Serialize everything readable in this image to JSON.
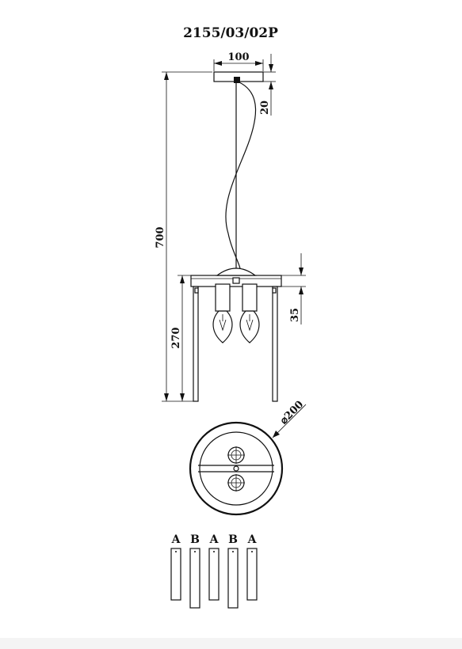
{
  "title": "2155/03/02P",
  "dimensions": {
    "canopy_width": "100",
    "canopy_height": "20",
    "total_height": "700",
    "fixture_height": "270",
    "frame_height": "35",
    "diameter": "200",
    "diameter_symbol": "⌀"
  },
  "crystals": [
    {
      "label": "A"
    },
    {
      "label": "B"
    },
    {
      "label": "A"
    },
    {
      "label": "B"
    },
    {
      "label": "A"
    }
  ],
  "colors": {
    "line": "#111111",
    "background": "#ffffff",
    "footer_band": "#f4f4f4"
  }
}
